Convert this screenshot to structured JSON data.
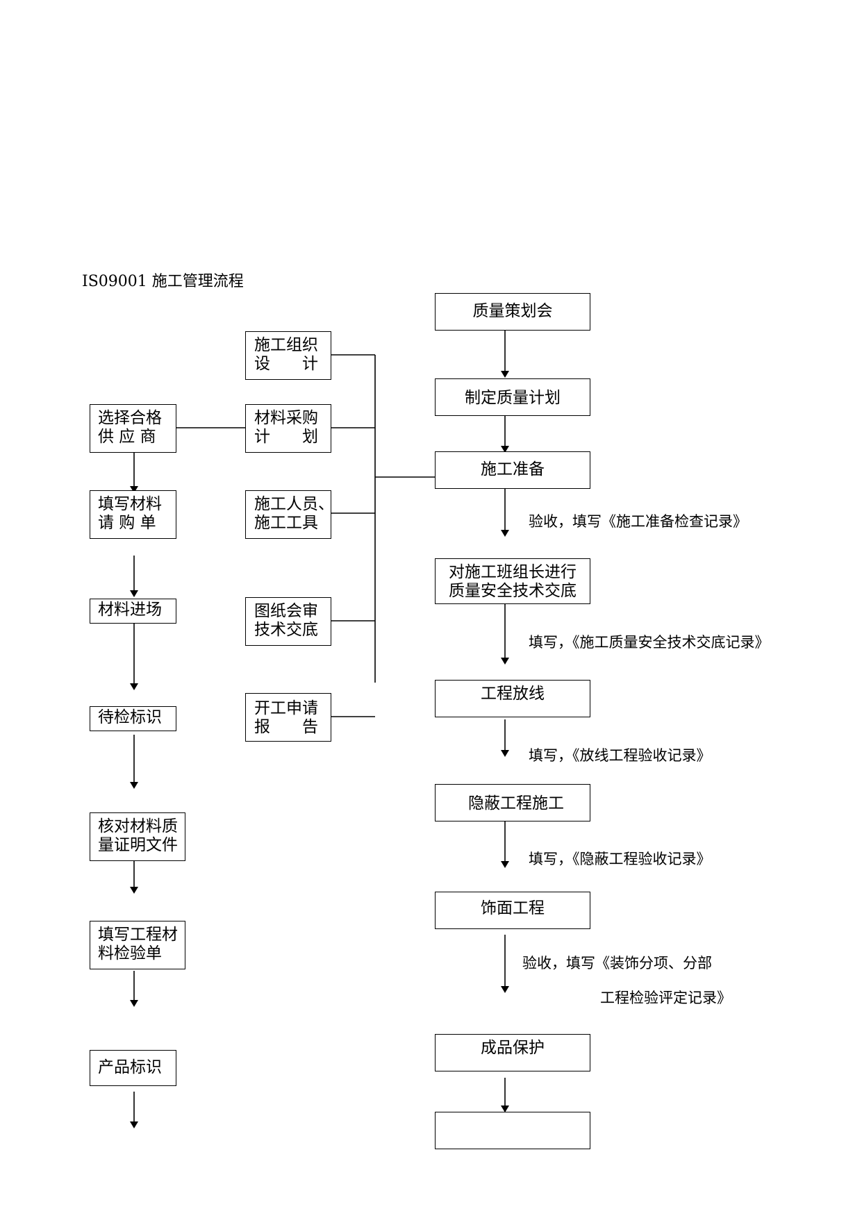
{
  "title": "IS09001 施工管理流程",
  "left_column": {
    "supplier": [
      "选择合格",
      "供 应 商"
    ],
    "purchase_request": [
      "填写材料",
      "请 购 单"
    ],
    "material_entry": "材料进场",
    "pending_inspection": "待检标识",
    "verify_certificates": [
      "核对材料质",
      "量证明文件"
    ],
    "inspection_form": [
      "填写工程材",
      "料检验单"
    ],
    "product_identification": "产品标识"
  },
  "middle_column": {
    "construction_design": [
      "施工组织",
      "设　　计"
    ],
    "material_purchase_plan": [
      "材料采购",
      "计　　划"
    ],
    "personnel_tools": [
      "施工人员、",
      "施工工具"
    ],
    "drawing_review": [
      "图纸会审",
      "技术交底"
    ],
    "start_application": [
      "开工申请",
      "报　　告"
    ]
  },
  "right_column": {
    "quality_meeting": "质量策划会",
    "quality_plan": "制定质量计划",
    "construction_prep": "施工准备",
    "safety_briefing": [
      "对施工班组长进行",
      "质量安全技术交底"
    ],
    "layout": "工程放线",
    "concealed_work": "隐蔽工程施工",
    "finishing": "饰面工程",
    "product_protection": "成品保护",
    "final_box": ""
  },
  "annotations": {
    "prep_record": "验收，填写《施工准备检查记录》",
    "briefing_record": "填写，《施工质量安全技术交底记录》",
    "layout_record": "填写，《放线工程验收记录》",
    "concealed_record": "填写，《隐蔽工程验收记录》",
    "finishing_record_line1": "验收，填写《装饰分项、分部",
    "finishing_record_line2": "工程检验评定记录》"
  }
}
